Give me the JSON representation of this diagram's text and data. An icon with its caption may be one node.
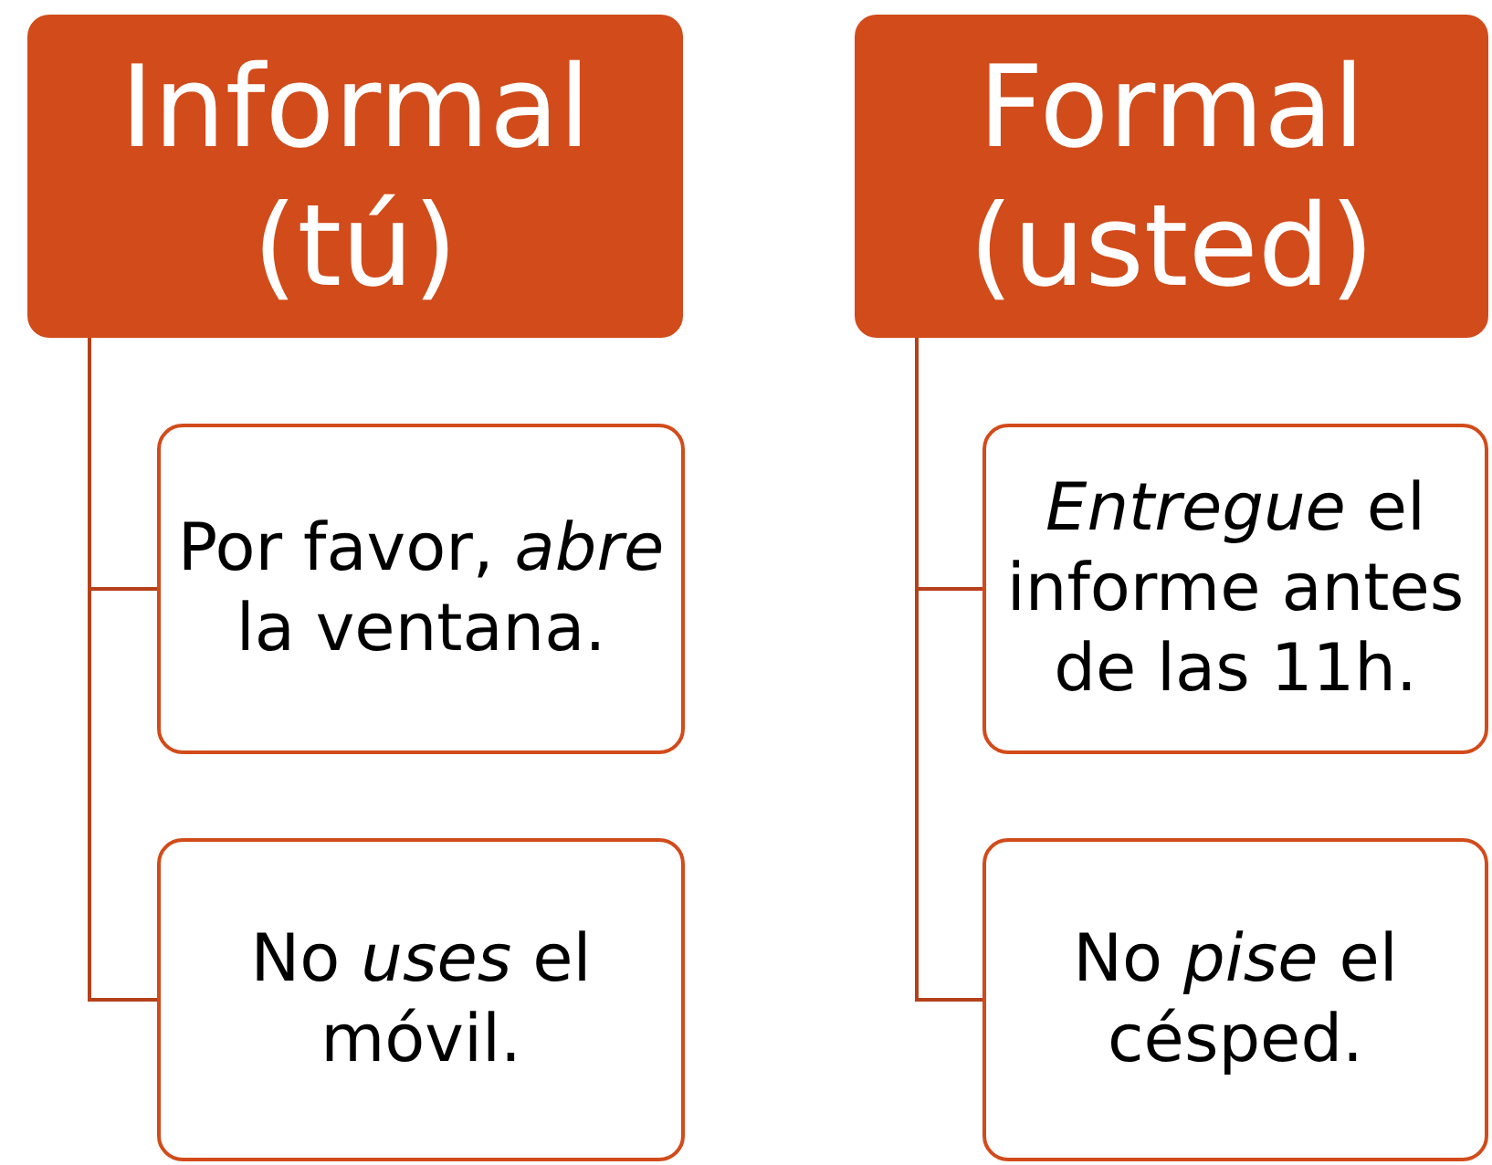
{
  "diagram": {
    "nodes": [
      {
        "text": [
          "Informal (tú)"
        ]
      },
      {
        "text": [
          "Por favor, *abre* la ventana."
        ]
      },
      {
        "text": [
          "No *uses* el móvil."
        ]
      },
      {
        "text": [
          "Formal (usted)"
        ]
      },
      {
        "text": [
          "*Entregue* el informe antes de las 11h."
        ]
      },
      {
        "text": [
          "No *pise* el césped."
        ]
      }
    ],
    "edges": [
      {
        "from": 0,
        "to": 1,
        "arrow": "none"
      },
      {
        "from": 0,
        "to": 2,
        "arrow": "none"
      },
      {
        "from": 3,
        "to": 4,
        "arrow": "none"
      },
      {
        "from": 3,
        "to": 5,
        "arrow": "none"
      }
    ]
  }
}
